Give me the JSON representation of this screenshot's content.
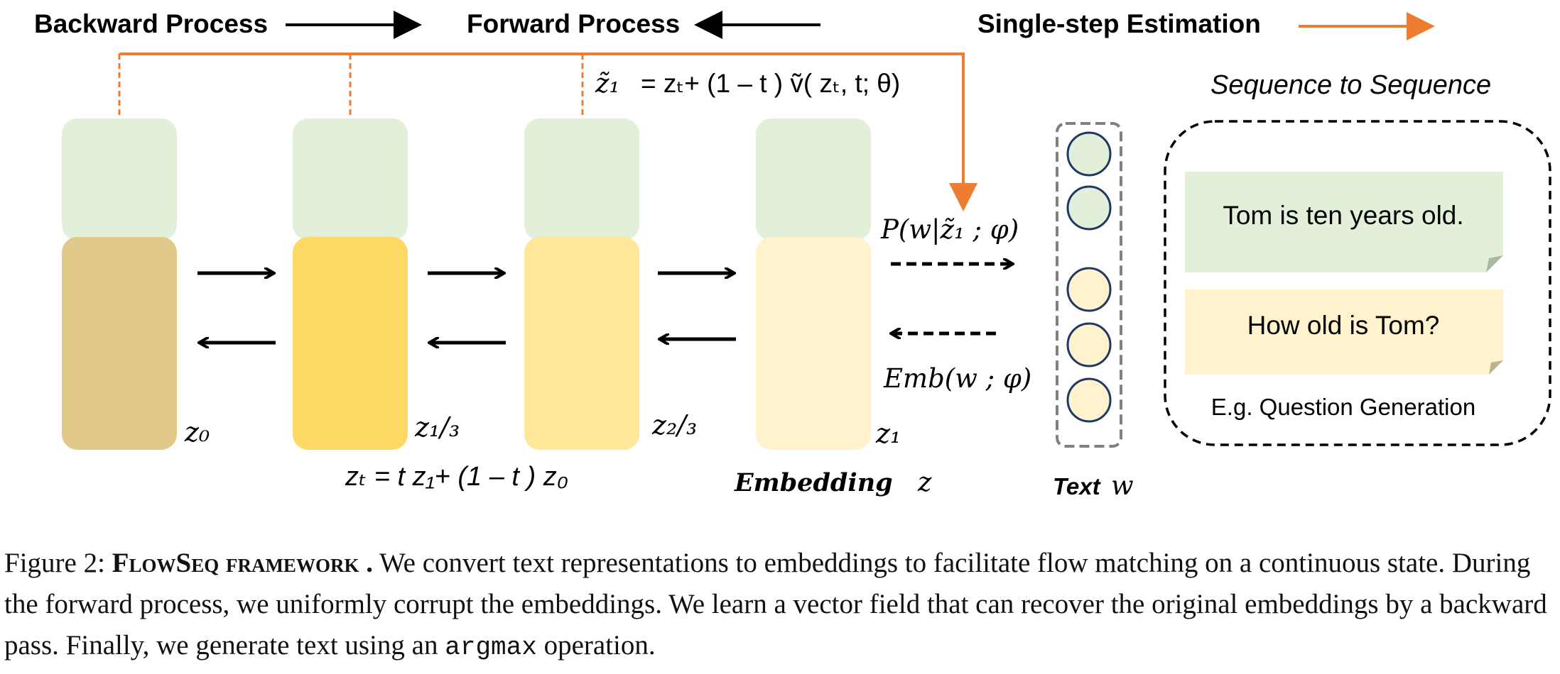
{
  "legend": {
    "backward": "Backward Process",
    "forward": "Forward Process",
    "single_step": "Single-step Estimation",
    "arrow_color": "#000000",
    "single_step_color": "#ED7D31"
  },
  "formula": {
    "estimate_lhs": "z̃₁",
    "estimate_rhs": "= zₜ+ (1 – t ) ṽ( zₜ, t; θ)",
    "interp": "zₜ = t z₁+ (1 – t ) z₀",
    "decode": "P(w|z̃₁ ; φ)",
    "embed": "Emb(w ; φ)"
  },
  "states": {
    "z0": "z₀",
    "z13": "z₁/₃",
    "z23": "z₂/₃",
    "z1": "z₁",
    "colors": {
      "top": "#E2F0D9",
      "z0": "#E0C98A",
      "z13": "#FFD966",
      "z23": "#FFE699",
      "z1": "#FFF2CC"
    }
  },
  "labels": {
    "embedding": "Embedding",
    "embedding_var": "z",
    "text": "Text",
    "text_var": "w"
  },
  "seq2seq": {
    "title": "Sequence to Sequence",
    "source": "Tom is ten years old.",
    "target": "How old is Tom?",
    "example": "E.g. Question Generation"
  },
  "caption": {
    "figure": "Figure 2:",
    "name": "FlowSeq framework .",
    "text": " We convert text representations to embeddings to facilitate flow matching on a continuous state. During the forward process, we uniformly corrupt the embeddings. We learn a vector field that can recover the original embeddings by a backward pass. Finally, we generate text using an ",
    "code": "argmax",
    "end": " operation."
  }
}
